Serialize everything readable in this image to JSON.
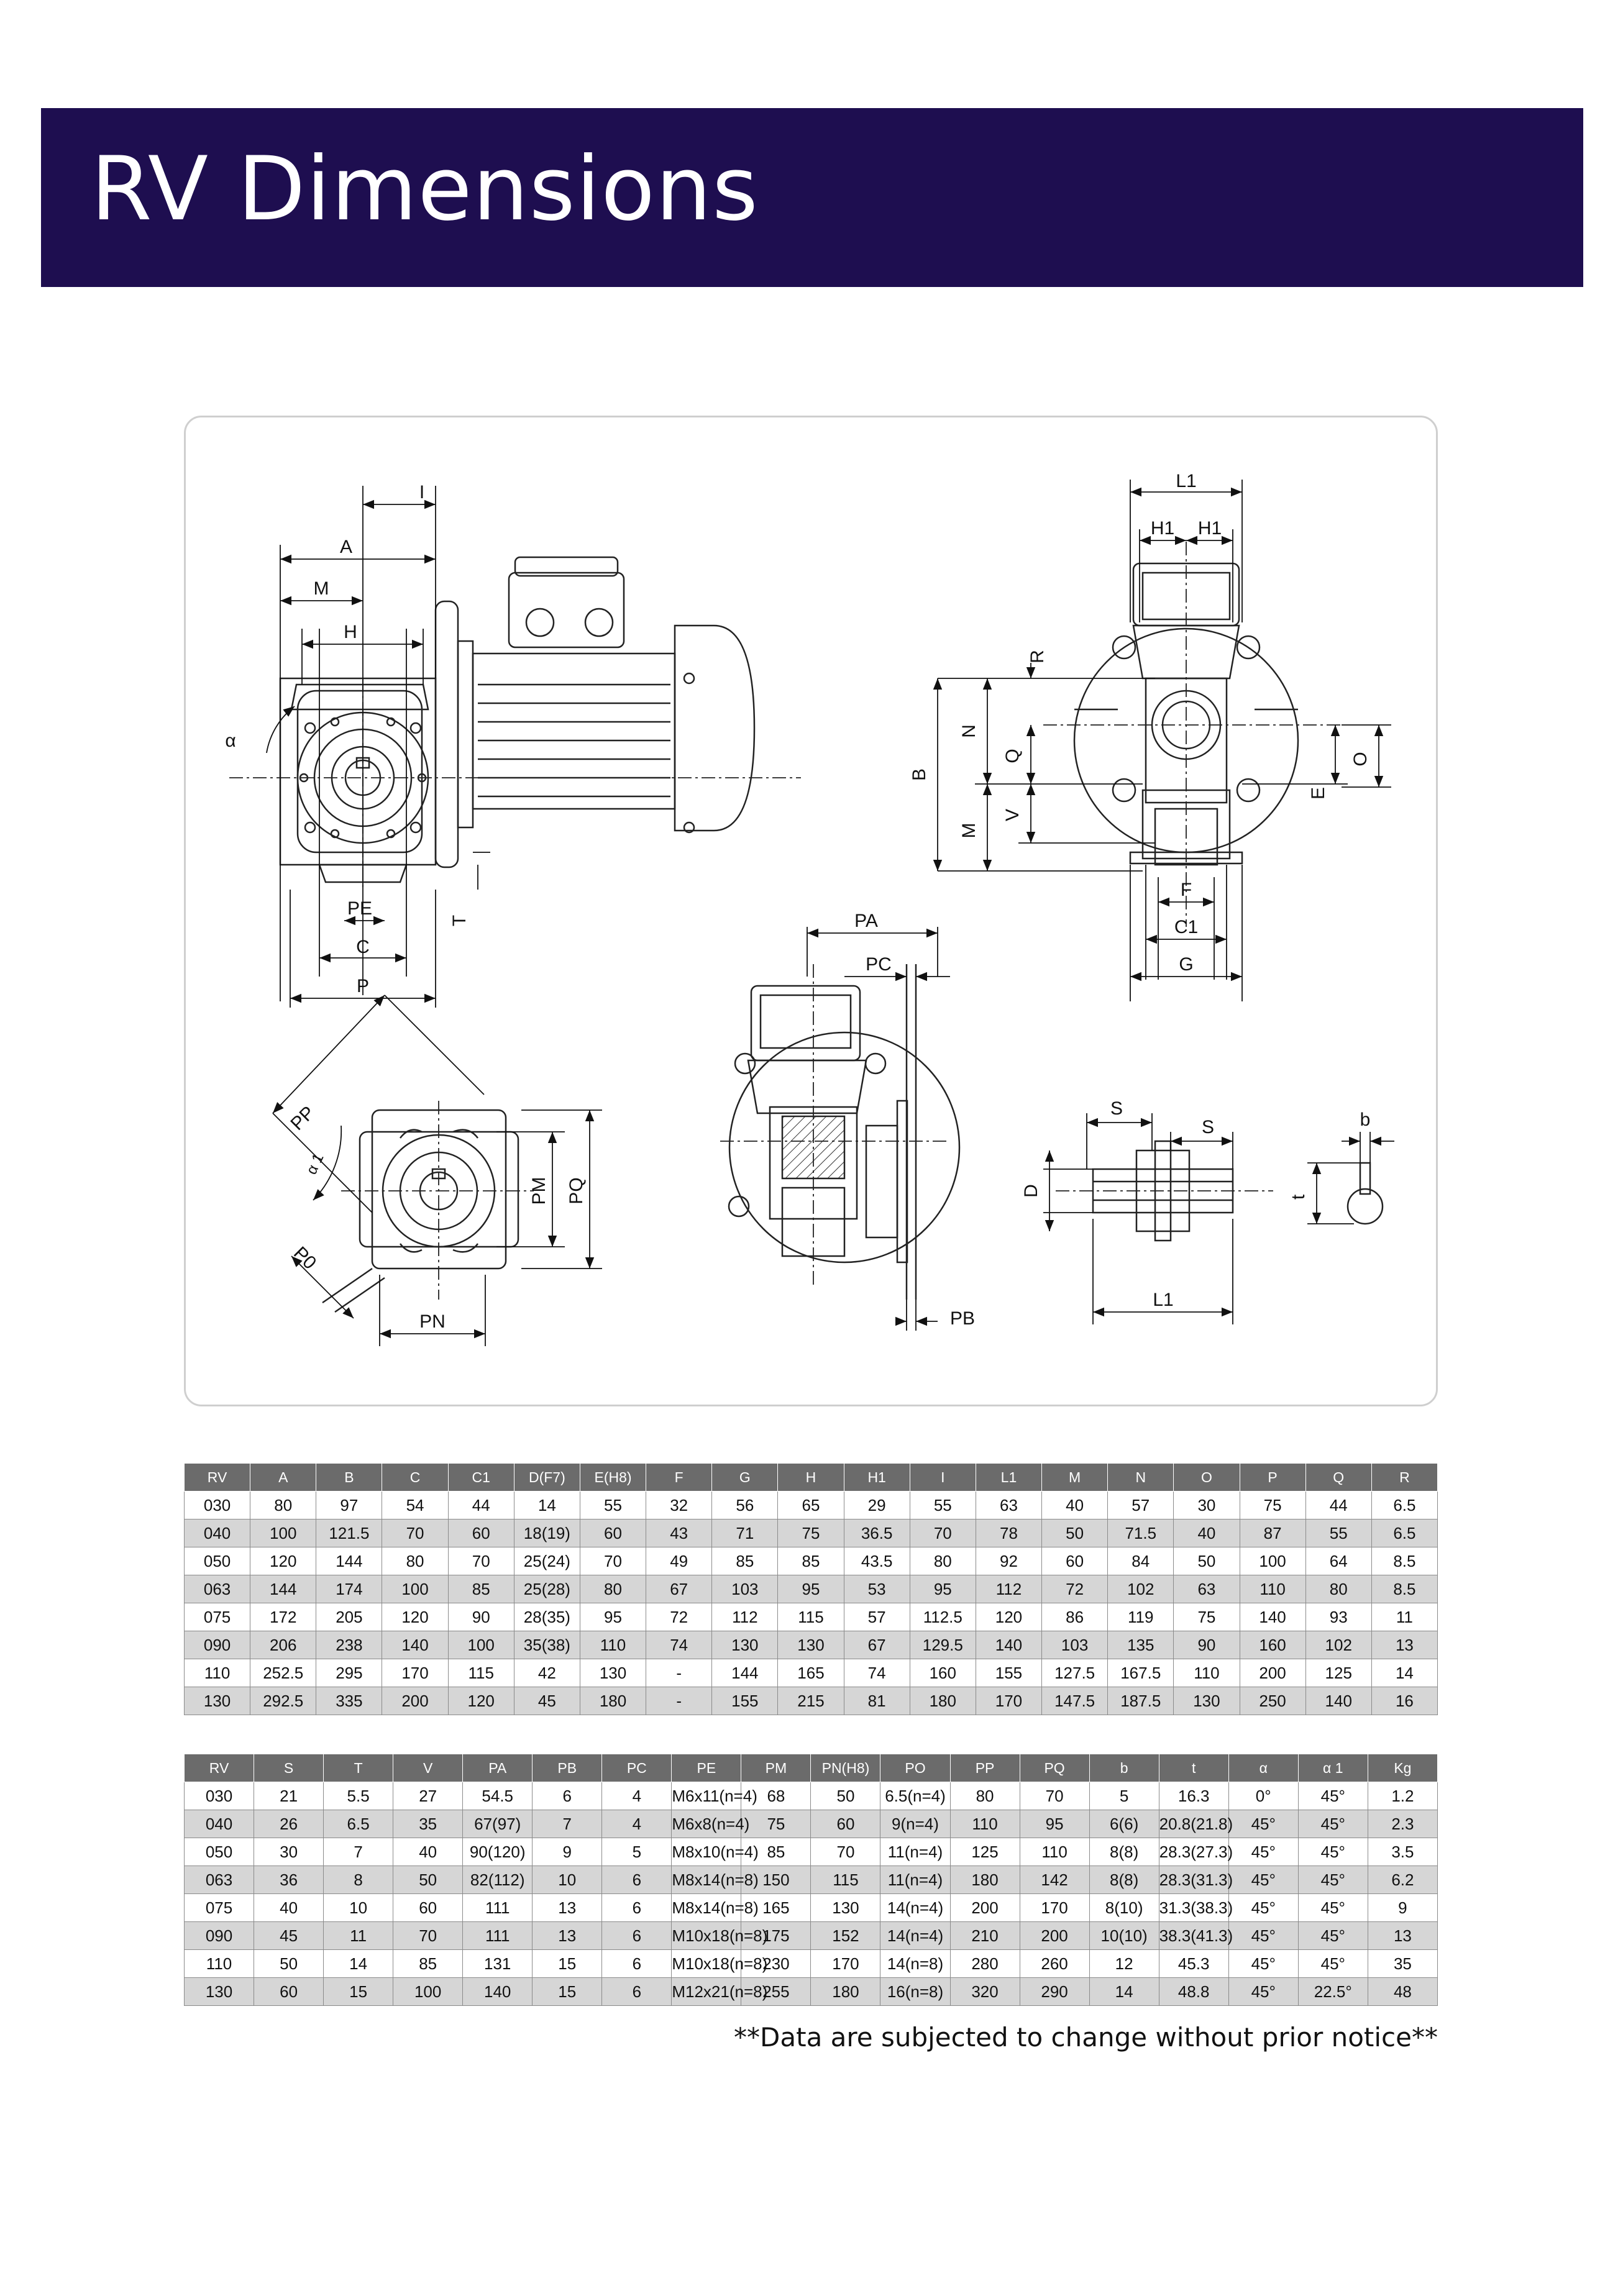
{
  "header": {
    "title": "RV Dimensions",
    "background": "#1e0e50"
  },
  "drawing": {
    "labels": {
      "I": "I",
      "A": "A",
      "M": "M",
      "H": "H",
      "alpha": "α",
      "PE": "PE",
      "C": "C",
      "P": "P",
      "T": "T",
      "L1": "L1",
      "H1a": "H1",
      "H1b": "H1",
      "R": "R",
      "N": "N",
      "Q": "Q",
      "B": "B",
      "M2": "M",
      "V": "V",
      "O": "O",
      "E": "E",
      "F": "F",
      "C1": "C1",
      "G": "G",
      "PA": "PA",
      "PC": "PC",
      "PB": "PB",
      "PP": "PP",
      "alpha1": "α 1",
      "P0": "P0",
      "PM": "PM",
      "PQ": "PQ",
      "PN": "PN",
      "S1": "S",
      "S2": "S",
      "D": "D",
      "L1b": "L1",
      "b": "b",
      "t": "t"
    }
  },
  "table_a": {
    "headers": [
      "RV",
      "A",
      "B",
      "C",
      "C1",
      "D(F7)",
      "E(H8)",
      "F",
      "G",
      "H",
      "H1",
      "I",
      "L1",
      "M",
      "N",
      "O",
      "P",
      "Q",
      "R"
    ],
    "rows": [
      [
        "030",
        "80",
        "97",
        "54",
        "44",
        "14",
        "55",
        "32",
        "56",
        "65",
        "29",
        "55",
        "63",
        "40",
        "57",
        "30",
        "75",
        "44",
        "6.5"
      ],
      [
        "040",
        "100",
        "121.5",
        "70",
        "60",
        "18(19)",
        "60",
        "43",
        "71",
        "75",
        "36.5",
        "70",
        "78",
        "50",
        "71.5",
        "40",
        "87",
        "55",
        "6.5"
      ],
      [
        "050",
        "120",
        "144",
        "80",
        "70",
        "25(24)",
        "70",
        "49",
        "85",
        "85",
        "43.5",
        "80",
        "92",
        "60",
        "84",
        "50",
        "100",
        "64",
        "8.5"
      ],
      [
        "063",
        "144",
        "174",
        "100",
        "85",
        "25(28)",
        "80",
        "67",
        "103",
        "95",
        "53",
        "95",
        "112",
        "72",
        "102",
        "63",
        "110",
        "80",
        "8.5"
      ],
      [
        "075",
        "172",
        "205",
        "120",
        "90",
        "28(35)",
        "95",
        "72",
        "112",
        "115",
        "57",
        "112.5",
        "120",
        "86",
        "119",
        "75",
        "140",
        "93",
        "11"
      ],
      [
        "090",
        "206",
        "238",
        "140",
        "100",
        "35(38)",
        "110",
        "74",
        "130",
        "130",
        "67",
        "129.5",
        "140",
        "103",
        "135",
        "90",
        "160",
        "102",
        "13"
      ],
      [
        "110",
        "252.5",
        "295",
        "170",
        "115",
        "42",
        "130",
        "-",
        "144",
        "165",
        "74",
        "160",
        "155",
        "127.5",
        "167.5",
        "110",
        "200",
        "125",
        "14"
      ],
      [
        "130",
        "292.5",
        "335",
        "200",
        "120",
        "45",
        "180",
        "-",
        "155",
        "215",
        "81",
        "180",
        "170",
        "147.5",
        "187.5",
        "130",
        "250",
        "140",
        "16"
      ]
    ]
  },
  "table_b": {
    "headers": [
      "RV",
      "S",
      "T",
      "V",
      "PA",
      "PB",
      "PC",
      "PE",
      "PM",
      "PN(H8)",
      "PO",
      "PP",
      "PQ",
      "b",
      "t",
      "α",
      "α 1",
      "Kg"
    ],
    "rows": [
      [
        "030",
        "21",
        "5.5",
        "27",
        "54.5",
        "6",
        "4",
        "M6x11(n=4)",
        "68",
        "50",
        "6.5(n=4)",
        "80",
        "70",
        "5",
        "16.3",
        "0°",
        "45°",
        "1.2"
      ],
      [
        "040",
        "26",
        "6.5",
        "35",
        "67(97)",
        "7",
        "4",
        "M6x8(n=4)",
        "75",
        "60",
        "9(n=4)",
        "110",
        "95",
        "6(6)",
        "20.8(21.8)",
        "45°",
        "45°",
        "2.3"
      ],
      [
        "050",
        "30",
        "7",
        "40",
        "90(120)",
        "9",
        "5",
        "M8x10(n=4)",
        "85",
        "70",
        "11(n=4)",
        "125",
        "110",
        "8(8)",
        "28.3(27.3)",
        "45°",
        "45°",
        "3.5"
      ],
      [
        "063",
        "36",
        "8",
        "50",
        "82(112)",
        "10",
        "6",
        "M8x14(n=8)",
        "150",
        "115",
        "11(n=4)",
        "180",
        "142",
        "8(8)",
        "28.3(31.3)",
        "45°",
        "45°",
        "6.2"
      ],
      [
        "075",
        "40",
        "10",
        "60",
        "111",
        "13",
        "6",
        "M8x14(n=8)",
        "165",
        "130",
        "14(n=4)",
        "200",
        "170",
        "8(10)",
        "31.3(38.3)",
        "45°",
        "45°",
        "9"
      ],
      [
        "090",
        "45",
        "11",
        "70",
        "111",
        "13",
        "6",
        "M10x18(n=8)",
        "175",
        "152",
        "14(n=4)",
        "210",
        "200",
        "10(10)",
        "38.3(41.3)",
        "45°",
        "45°",
        "13"
      ],
      [
        "110",
        "50",
        "14",
        "85",
        "131",
        "15",
        "6",
        "M10x18(n=8)",
        "230",
        "170",
        "14(n=8)",
        "280",
        "260",
        "12",
        "45.3",
        "45°",
        "45°",
        "35"
      ],
      [
        "130",
        "60",
        "15",
        "100",
        "140",
        "15",
        "6",
        "M12x21(n=8)",
        "255",
        "180",
        "16(n=8)",
        "320",
        "290",
        "14",
        "48.8",
        "45°",
        "22.5°",
        "48"
      ]
    ]
  },
  "footnote": "**Data are subjected to change without prior notice**"
}
